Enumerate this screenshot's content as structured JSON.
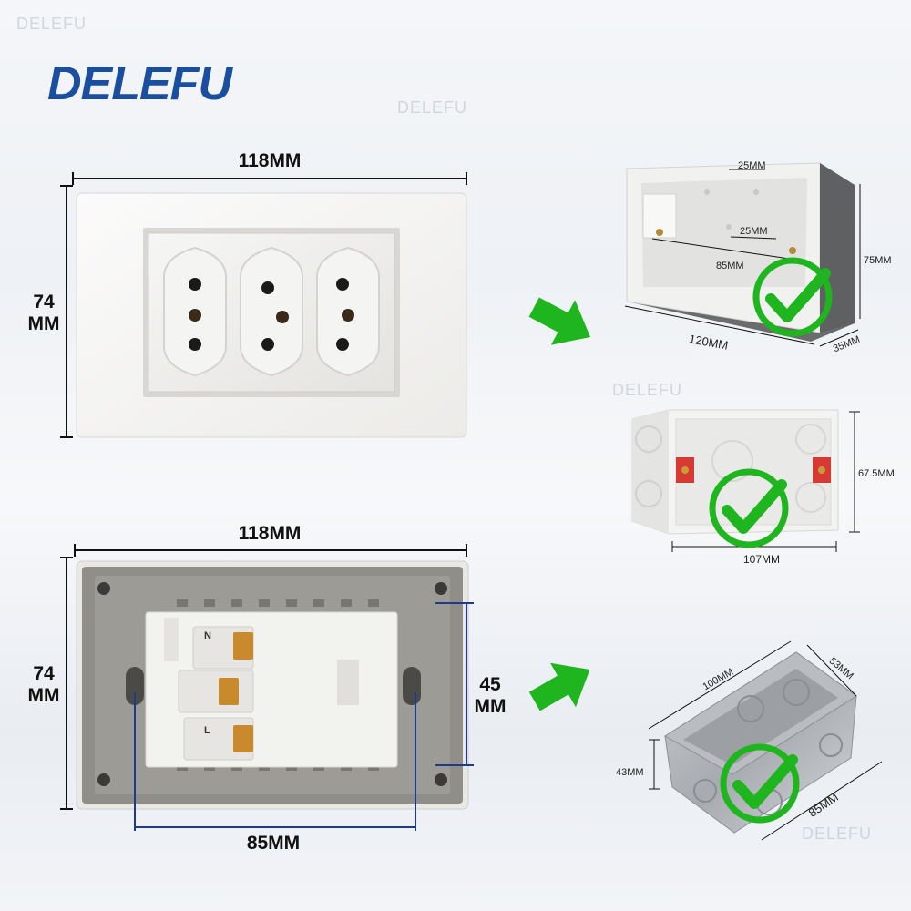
{
  "brand": {
    "logo_text": "DELEFU",
    "watermark": "DELEFU",
    "color": "#1a4fa0"
  },
  "front_plate": {
    "width_label": "118MM",
    "height_label_line1": "74",
    "height_label_line2": "MM",
    "outlets": 3
  },
  "back_plate": {
    "width_label": "118MM",
    "height_label_line1": "74",
    "height_label_line2": "MM",
    "inner_height_line1": "45",
    "inner_height_line2": "MM",
    "hole_spacing_label": "85MM",
    "terminal_labels": [
      "N",
      "L"
    ]
  },
  "box_plastic_grey": {
    "width_label": "120MM",
    "height_label": "75MM",
    "depth_label": "35MM",
    "top_label": "25MM",
    "inner_label": "25MM",
    "hole_label": "85MM"
  },
  "box_plastic_white": {
    "width_label": "107MM",
    "height_label": "67.5MM"
  },
  "box_metal": {
    "length_label": "100MM",
    "width_label": "53MM",
    "height_label": "43MM",
    "bottom_label": "85MM"
  },
  "colors": {
    "arrow": "#1fb51f",
    "check": "#1fb51f",
    "dimension_line": "#111111",
    "blue_dimension": "#1d3a8f"
  }
}
